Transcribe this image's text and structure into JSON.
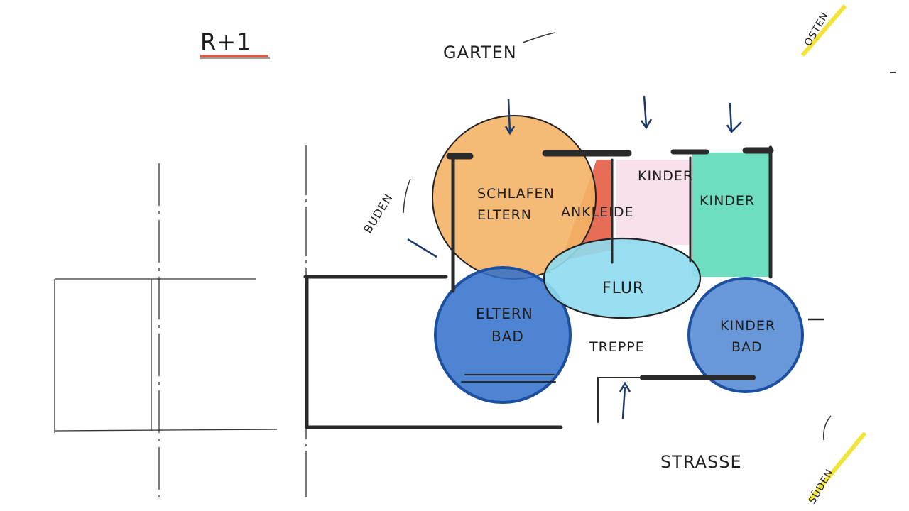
{
  "sheet": {
    "level": "R+1",
    "north": "GARTEN",
    "south": "STRASSE",
    "west": "BUDEN",
    "corner_top": "OSTEN",
    "corner_bottom": "SÜDEN"
  },
  "rooms": {
    "schlafen": [
      "SCHLAFEN",
      "ELTERN"
    ],
    "ankleide": "ANKLEIDE",
    "kinder_1": "KINDER",
    "kinder_2": "KINDER",
    "flur": "FLUR",
    "eltern_bad": [
      "ELTERN",
      "BAD"
    ],
    "treppe": "TREPPE",
    "kinder_bad": [
      "KINDER",
      "BAD"
    ]
  },
  "colors": {
    "orange": "#f4b266",
    "orange_dark": "#e98a2c",
    "red": "#e4533a",
    "pink": "#f3c6dc",
    "teal": "#3fd1aa",
    "light_blue": "#8fdcef",
    "blue": "#2f6fc9",
    "blue_dark": "#1c4f9f",
    "wall": "#2a2a2a",
    "yellow": "#f2e43a",
    "underline": "#e2553a"
  }
}
